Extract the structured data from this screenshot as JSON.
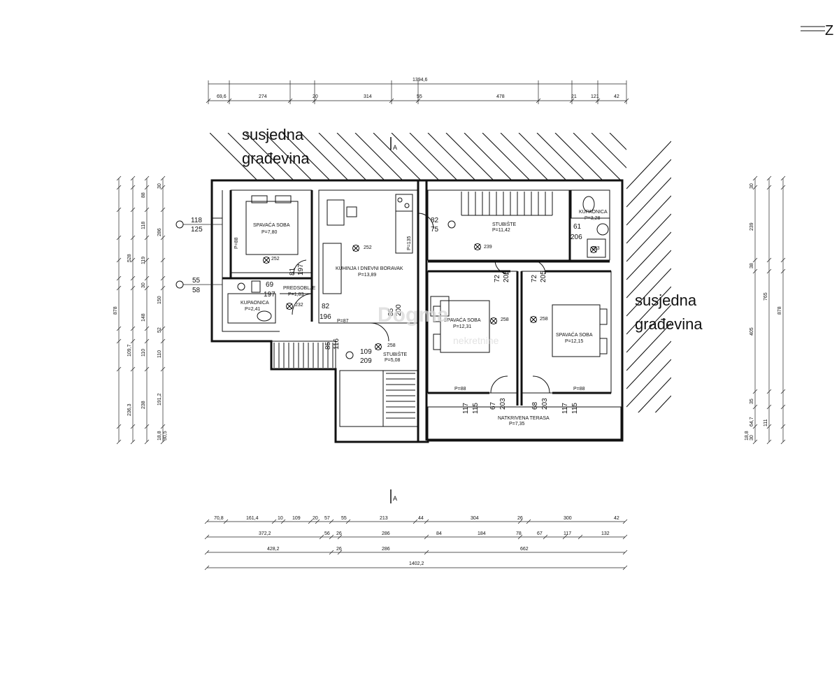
{
  "north_label": "Z",
  "labels": {
    "neighbor_top_line1": "susjedna",
    "neighbor_top_line2": "građevina",
    "neighbor_right_line1": "susjedna",
    "neighbor_right_line2": "građevina",
    "section_mark": "A"
  },
  "rooms": {
    "bedroom1": {
      "name": "SPAVAĆA SOBA",
      "area": "P=7,80",
      "height": "252"
    },
    "kitchen": {
      "name": "KUHINJA I DNEVNI BORAVAK",
      "area": "P=13,89",
      "height": "252"
    },
    "hallway": {
      "name": "PREDSOBLJE",
      "area": "P=1,83",
      "height": "232"
    },
    "bathroom1": {
      "name": "KUPAONICA",
      "area": "P=2,41"
    },
    "stairs_small": {
      "name": "STUBIŠTE",
      "area": "P=5,08",
      "height": "258"
    },
    "stairs_main": {
      "name": "STUBIŠTE",
      "area": "P=11,42",
      "height": "239"
    },
    "bathroom2": {
      "name": "KUPAONICA",
      "area": "P=3,28",
      "height": "203"
    },
    "bedroom2": {
      "name": "SPAVAĆA SOBA",
      "area": "P=12,31",
      "height": "258"
    },
    "bedroom3": {
      "name": "SPAVAĆA SOBA",
      "area": "P=12,15",
      "height": "258"
    },
    "terrace": {
      "name": "NATKRIVENA TERASA",
      "area": "P=7,35"
    }
  },
  "window_tags": {
    "p88": "P=88",
    "p87": "P=87",
    "p135": "P=135"
  },
  "door_dims": {
    "w118": "118",
    "w125": "125",
    "w55": "55",
    "w58": "58",
    "d81": "81",
    "d197a": "197",
    "d69": "69",
    "d197b": "197",
    "d82a": "82",
    "d196": "196",
    "d85a": "85",
    "d200": "200",
    "d82b": "82",
    "d75": "75",
    "d61": "61",
    "d206": "206",
    "d72a": "72",
    "d205a": "205",
    "d72b": "72",
    "d205b": "205",
    "d109": "109",
    "d209": "209",
    "d85b": "85",
    "d116": "116",
    "d117a": "117",
    "d115a": "115",
    "d67a": "67",
    "d203a": "203",
    "d68": "68",
    "d203b": "203",
    "d117b": "117",
    "d115b": "115"
  },
  "dims_top": {
    "total": "1394,6",
    "segments": [
      "69,6",
      "274",
      "20",
      "314",
      "55",
      "478",
      "21",
      "121",
      "42"
    ]
  },
  "dims_bottom": {
    "row1": [
      "70,8",
      "161,4",
      "10",
      "109",
      "20",
      "57",
      "55",
      "213",
      "44",
      "304",
      "26",
      "300",
      "42"
    ],
    "row2": [
      "372,2",
      "56",
      "26",
      "286",
      "84",
      "184",
      "78",
      "67",
      "117",
      "132"
    ],
    "row3": [
      "428,2",
      "26",
      "286",
      "662"
    ],
    "total": "1402,2"
  },
  "dims_left": {
    "outer": "878",
    "col2": [
      "528",
      "109,7",
      "236,3"
    ],
    "col3": [
      "148",
      "110",
      "238"
    ],
    "col4": [
      "88",
      "118",
      "286",
      "119",
      "30",
      "150",
      "52",
      "110",
      "191,2"
    ],
    "col5": [
      "30"
    ],
    "bottom": [
      "18,8",
      "30,5"
    ]
  },
  "dims_right": {
    "outer": "878",
    "col2": [
      "765"
    ],
    "col3": [
      "30",
      "239",
      "38",
      "405",
      "35",
      "64,7",
      "111"
    ],
    "bottom": [
      "18,8",
      "30"
    ]
  },
  "watermark": {
    "line1": "Dogma",
    "line2": "nekretnine"
  }
}
